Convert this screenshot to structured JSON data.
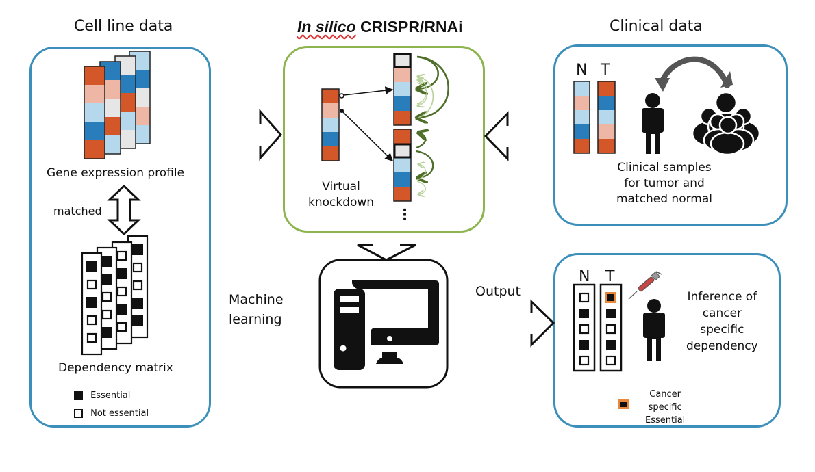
{
  "colors": {
    "panel_blue": "#3b8fba",
    "panel_green": "#8db54f",
    "red": "#d4572a",
    "light_red": "#eeb6a4",
    "light_blue": "#b6d8ec",
    "blue": "#2a7dbb",
    "grey": "#e6e6e6",
    "dark_green": "#4e6e2a",
    "light_green": "#b8d29a",
    "highlight_orange": "#e8883a"
  },
  "sections": {
    "cell_line": {
      "title": "Cell line data",
      "gene_expression_label": "Gene expression profile",
      "matched_label": "matched",
      "dependency_label": "Dependency matrix",
      "legend": [
        {
          "symbol": "filled-square",
          "label": "Essential"
        },
        {
          "symbol": "empty-square",
          "label": "Not essential"
        }
      ],
      "expression_columns": [
        [
          "red",
          "light_red",
          "light_blue",
          "blue",
          "red"
        ],
        [
          "blue",
          "light_red",
          "grey",
          "red",
          "light_blue"
        ],
        [
          "grey",
          "blue",
          "red",
          "light_blue",
          "grey"
        ],
        [
          "light_blue",
          "blue",
          "grey",
          "light_red",
          "light_blue"
        ]
      ],
      "dependency_columns": [
        [
          1,
          0,
          1,
          0,
          0
        ],
        [
          1,
          1,
          0,
          0,
          1
        ],
        [
          0,
          1,
          0,
          1,
          0
        ],
        [
          1,
          0,
          0,
          1,
          1
        ]
      ]
    },
    "in_silico": {
      "title_italic": "In silico",
      "title_rest": "CRISPR/RNAi",
      "virtual_knockdown_label": "Virtual\nknockdown",
      "source_column": [
        "red",
        "light_red",
        "light_blue",
        "blue",
        "red"
      ],
      "knockdown_columns": [
        [
          "grey",
          "light_red",
          "light_blue",
          "blue",
          "red"
        ],
        [
          "red",
          "grey",
          "light_blue",
          "blue",
          "red"
        ]
      ],
      "ellipsis": "⋮"
    },
    "clinical": {
      "title": "Clinical data",
      "n_label": "N",
      "t_label": "T",
      "n_column": [
        "light_blue",
        "light_red",
        "light_blue",
        "blue",
        "red"
      ],
      "t_column": [
        "red",
        "blue",
        "light_blue",
        "light_red",
        "red"
      ],
      "caption": "Clinical samples\nfor tumor and\nmatched normal"
    },
    "machine_learning": {
      "label": "Machine\nlearning",
      "output_label": "Output"
    },
    "inference": {
      "n_label": "N",
      "t_label": "T",
      "n_column": [
        0,
        1,
        0,
        1,
        0
      ],
      "t_column": [
        2,
        1,
        0,
        1,
        0
      ],
      "caption": "Inference of\ncancer\nspecific\ndependency",
      "legend_label": "Cancer specific\nEssential"
    }
  }
}
